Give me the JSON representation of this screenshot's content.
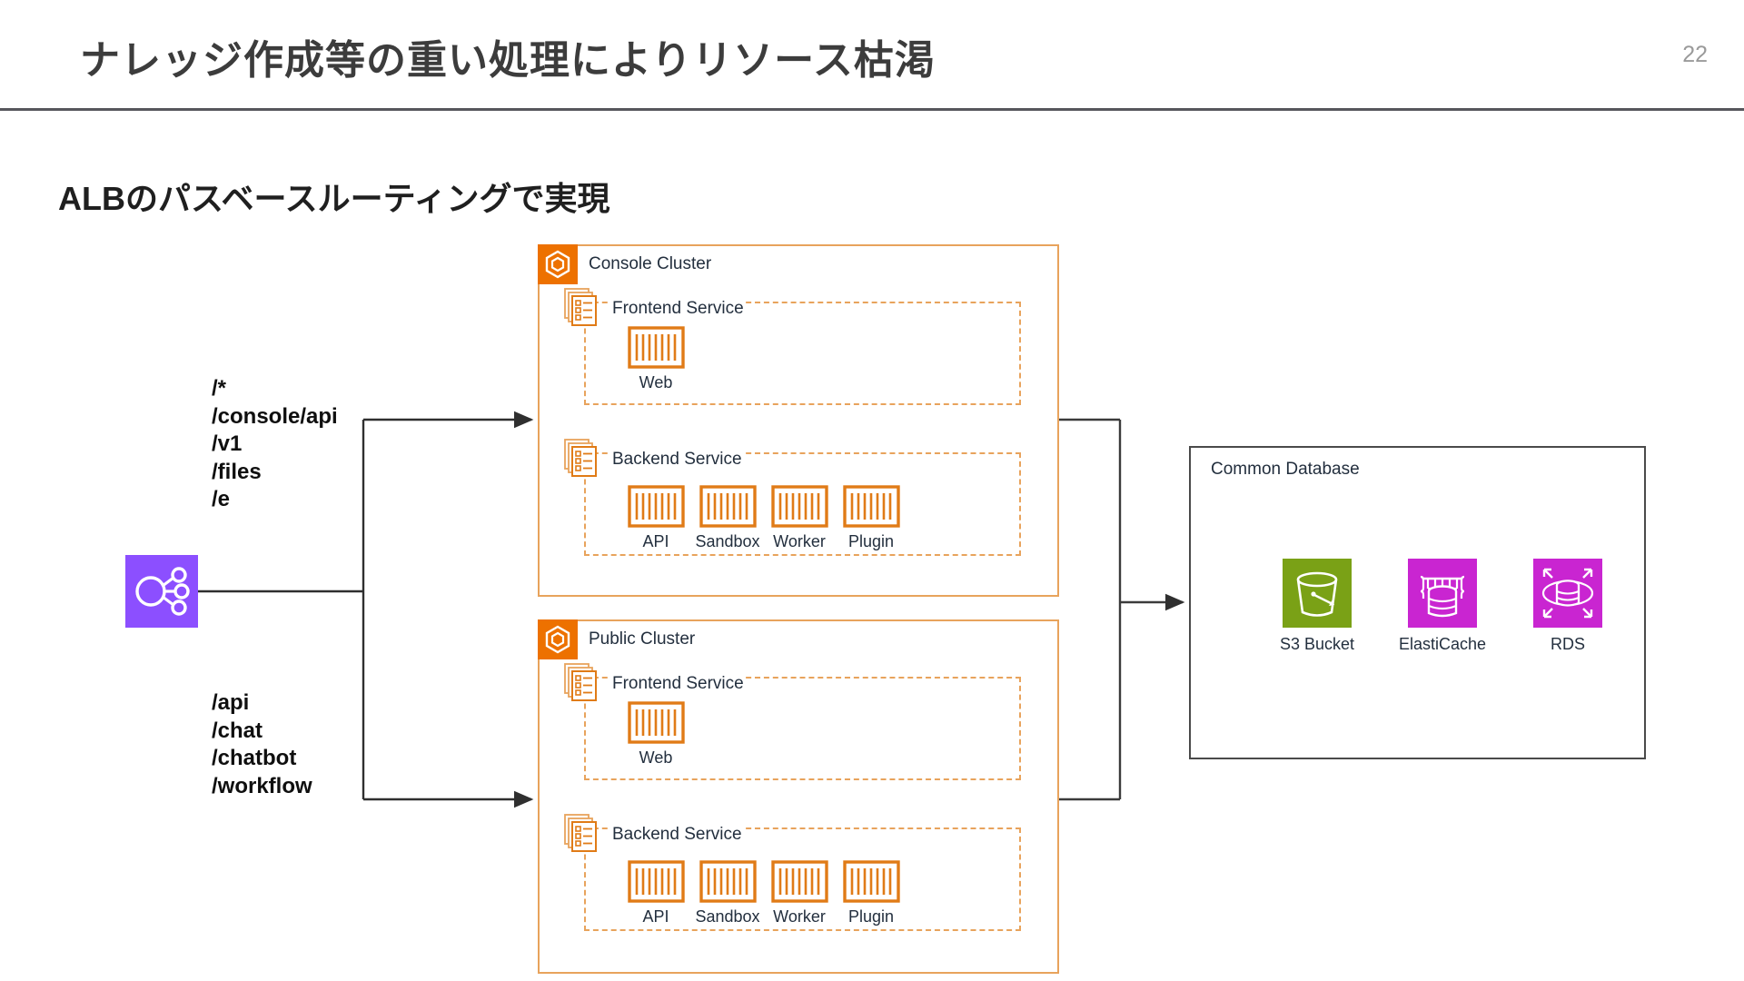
{
  "header": {
    "title": "ナレッジ作成等の重い処理によりリソース枯渇",
    "page_number": "22"
  },
  "subtitle": "ALBのパスベースルーティングで実現",
  "alb": {
    "icon_name": "application-load-balancer-icon",
    "color": "#8C4FFF"
  },
  "routes": {
    "top": "/*\n/console/api\n/v1\n/files\n/e",
    "bottom": "/api\n/chat\n/chatbot\n/workflow",
    "top_paths": [
      "/*",
      "/console/api",
      "/v1",
      "/files",
      "/e"
    ],
    "bottom_paths": [
      "/api",
      "/chat",
      "/chatbot",
      "/workflow"
    ]
  },
  "clusters": [
    {
      "title": "Console Cluster",
      "badge_icon": "ecs-cluster-icon",
      "services": [
        {
          "title": "Frontend Service",
          "icon": "ecs-service-icon",
          "tasks": [
            {
              "label": "Web",
              "icon": "ecs-task-icon"
            }
          ]
        },
        {
          "title": "Backend Service",
          "icon": "ecs-service-icon",
          "tasks": [
            {
              "label": "API",
              "icon": "ecs-task-icon"
            },
            {
              "label": "Sandbox",
              "icon": "ecs-task-icon"
            },
            {
              "label": "Worker",
              "icon": "ecs-task-icon"
            },
            {
              "label": "Plugin",
              "icon": "ecs-task-icon"
            }
          ]
        }
      ]
    },
    {
      "title": "Public Cluster",
      "badge_icon": "ecs-cluster-icon",
      "services": [
        {
          "title": "Frontend Service",
          "icon": "ecs-service-icon",
          "tasks": [
            {
              "label": "Web",
              "icon": "ecs-task-icon"
            }
          ]
        },
        {
          "title": "Backend Service",
          "icon": "ecs-service-icon",
          "tasks": [
            {
              "label": "API",
              "icon": "ecs-task-icon"
            },
            {
              "label": "Sandbox",
              "icon": "ecs-task-icon"
            },
            {
              "label": "Worker",
              "icon": "ecs-task-icon"
            },
            {
              "label": "Plugin",
              "icon": "ecs-task-icon"
            }
          ]
        }
      ]
    }
  ],
  "database": {
    "title": "Common Database",
    "items": [
      {
        "label": "S3 Bucket",
        "icon": "s3-bucket-icon",
        "color": "#7AA116"
      },
      {
        "label": "ElastiCache",
        "icon": "elasticache-icon",
        "color": "#C925D1"
      },
      {
        "label": "RDS",
        "icon": "rds-icon",
        "color": "#C925D1"
      }
    ]
  },
  "colors": {
    "aws_orange": "#ED7100",
    "cluster_border": "#E8A35C",
    "task_orange": "#E07B17",
    "alb_purple": "#8C4FFF",
    "s3_green": "#7AA116",
    "db_magenta": "#C925D1",
    "wire": "#3b3b3b",
    "title_gray": "#3c3c3c"
  }
}
